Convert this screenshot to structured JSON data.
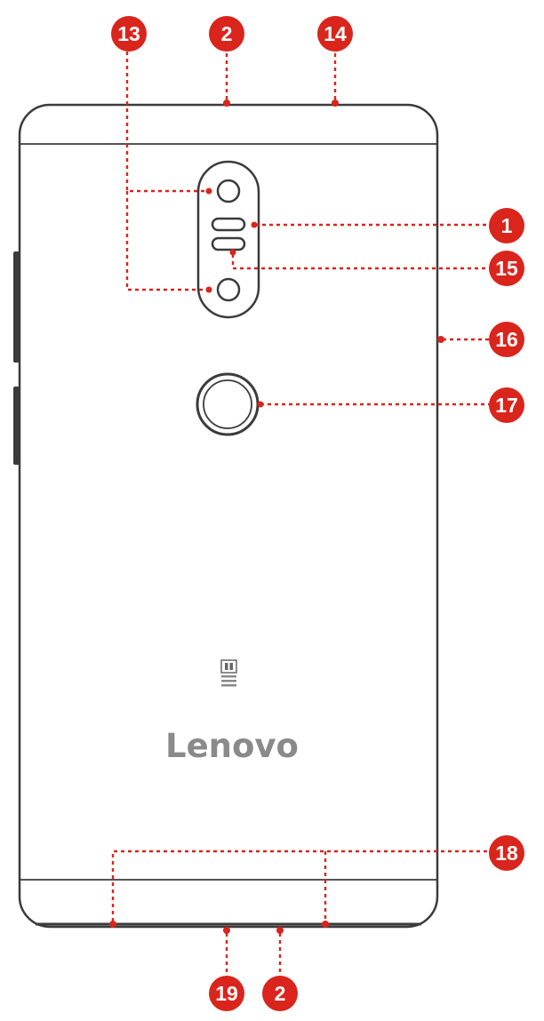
{
  "brand": {
    "logo_text": "Lenovo"
  },
  "colors": {
    "callout": "#d9251c",
    "outline": "#3b3b3b",
    "brand_gray": "#8a8a8a"
  },
  "callouts": [
    {
      "id": "top-left",
      "number": "13"
    },
    {
      "id": "top-center",
      "number": "2"
    },
    {
      "id": "top-right",
      "number": "14"
    },
    {
      "id": "flash",
      "number": "1"
    },
    {
      "id": "laser",
      "number": "15"
    },
    {
      "id": "side",
      "number": "16"
    },
    {
      "id": "fingerprint",
      "number": "17"
    },
    {
      "id": "bottom-right",
      "number": "18"
    },
    {
      "id": "bottom-left",
      "number": "19"
    },
    {
      "id": "bottom-center",
      "number": "2"
    }
  ]
}
